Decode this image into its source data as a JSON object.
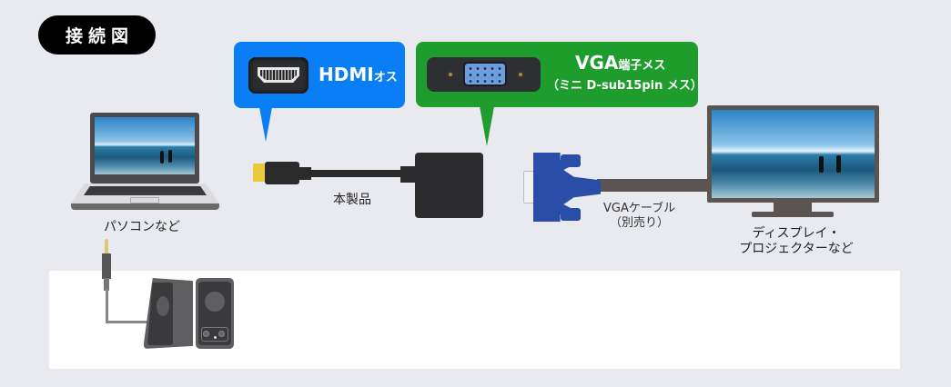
{
  "title": "接続図",
  "callouts": {
    "hdmi": {
      "label_main": "HDMI",
      "label_small": "オス",
      "icon": "hdmi-port-icon",
      "color": "#0a7ff5"
    },
    "vga": {
      "label_main": "VGA",
      "label_small": "端子メス",
      "sublabel": "（ミニ D-sub15pin メス）",
      "icon": "vga-port-icon",
      "color": "#1e9c2c"
    }
  },
  "devices": {
    "pc": {
      "label": "パソコンなど",
      "icon": "laptop-icon"
    },
    "product": {
      "label": "本製品",
      "icon": "hdmi-vga-adapter-icon"
    },
    "vga_cable": {
      "label_line1": "VGAケーブル",
      "label_line2": "（別売り）",
      "icon": "vga-cable-icon"
    },
    "display": {
      "label_line1": "ディスプレイ・",
      "label_line2": "プロジェクターなど",
      "icon": "monitor-icon"
    },
    "speakers": {
      "icon": "speaker-icon"
    },
    "audio_jack": {
      "icon": "audio-jack-icon"
    }
  },
  "colors": {
    "background": "#e9eaef",
    "panel": "#ffffff",
    "title_pill": "#000000",
    "hdmi_tip": "#e8c93a",
    "vga_plug": "#2a4ea8",
    "cable_dark": "#2a2a2a",
    "monitor_frame": "#5a5553"
  }
}
